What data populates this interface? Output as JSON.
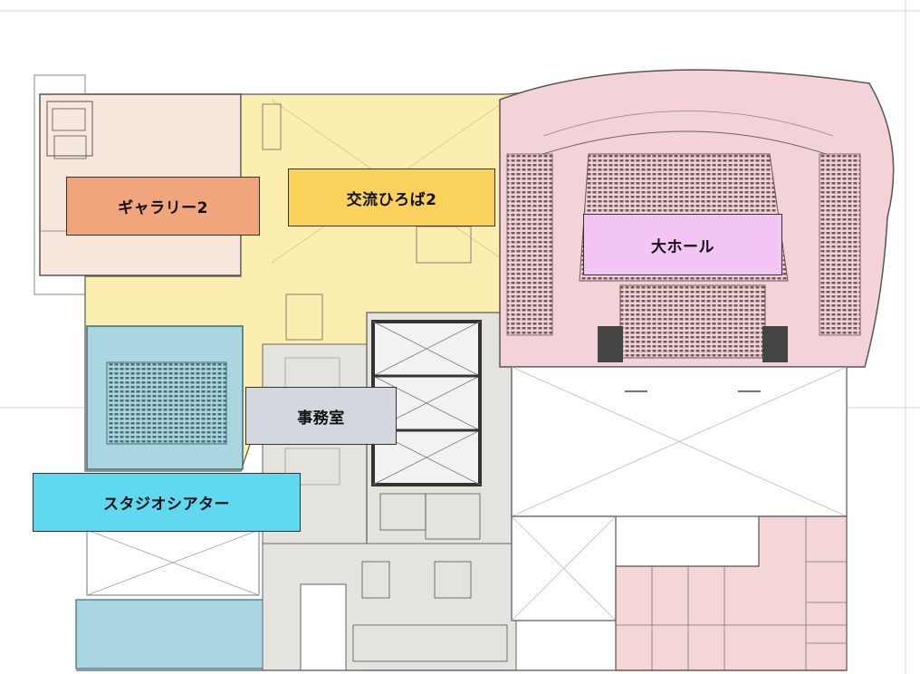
{
  "floor_plan": {
    "rooms": {
      "gallery2": {
        "label": "ギャラリー2",
        "color": "#f0a57c"
      },
      "plaza2": {
        "label": "交流ひろば2",
        "color": "#f9d15b"
      },
      "grand_hall": {
        "label": "大ホール",
        "color": "#f2c5f4"
      },
      "office": {
        "label": "事務室",
        "color": "#d3d7df"
      },
      "studio_theater": {
        "label": "スタジオシアター",
        "color": "#5fd8f0"
      }
    },
    "zone_colors": {
      "gallery_zone": "#f8e7dc",
      "plaza_zone": "#fbeeb0",
      "hall_zone": "#f3d3d8",
      "studio_zone": "#a9d6e0",
      "service_zone": "#e5e3dd",
      "backstage_zone": "#f4d6d6",
      "wall": "#555555"
    }
  }
}
